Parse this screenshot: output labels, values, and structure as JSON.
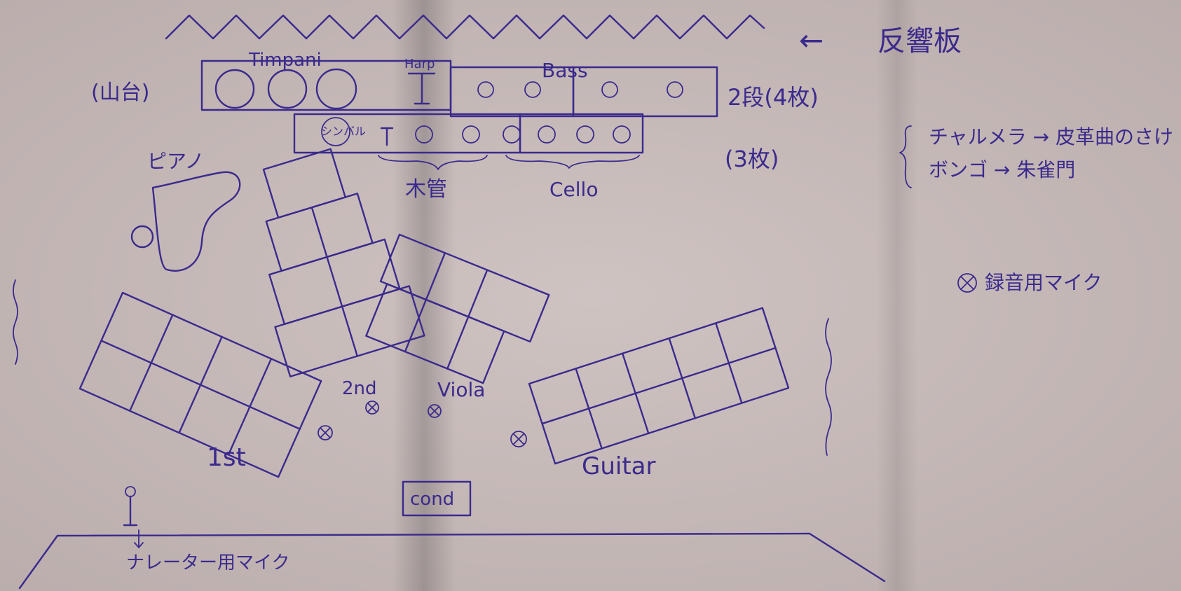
{
  "labels": {
    "reflector": "反響板",
    "reflector_arrow": "←",
    "left_note": "(山台)",
    "timpani": "Timpani",
    "harp": "Harp",
    "bass": "Bass",
    "tiers": "2段(4枚)",
    "tiers3": "(3枚)",
    "sym": "シンバル",
    "woodwinds": "木管",
    "cello": "Cello",
    "piano": "ピアノ",
    "first": "1st",
    "second": "2nd",
    "viola": "Viola",
    "guitar": "Guitar",
    "cond": "cond",
    "narrator_mic": "ナレーター用マイク",
    "note_line1": "チャルメラ → 皮革曲のさけ",
    "note_line2": "ボンゴ → 朱雀門",
    "rec_mic": "録音用マイク"
  },
  "colors": {
    "paper": "#c8bbb9",
    "ink": "#3b2a8c"
  }
}
